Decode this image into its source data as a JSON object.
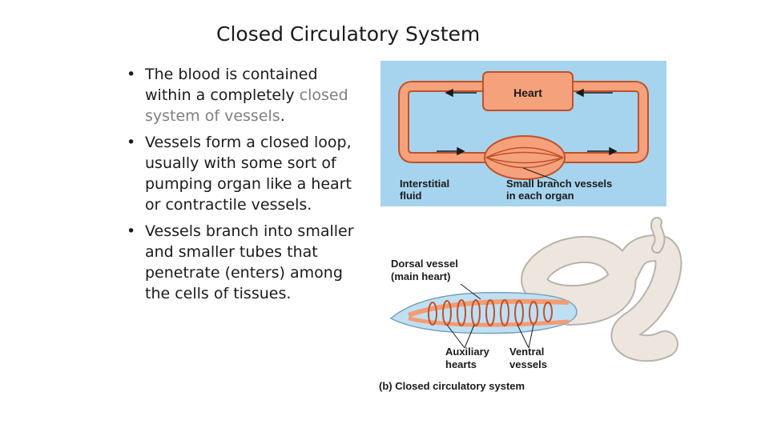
{
  "slide": {
    "title": "Closed Circulatory System",
    "bullets": [
      {
        "before": "The blood is contained within a completely ",
        "highlight": "closed system of vessels",
        "after": "."
      },
      {
        "before": "Vessels form a closed loop, usually with some sort of pumping organ like a heart or contractile vessels.",
        "highlight": "",
        "after": ""
      },
      {
        "before": "Vessels branch into smaller and smaller tubes that penetrate (enters) among the cells of tissues.",
        "highlight": "",
        "after": ""
      }
    ]
  },
  "diagram_top": {
    "heart_label": "Heart",
    "interstitial_label_1": "Interstitial",
    "interstitial_label_2": "fluid",
    "branch_label_1": "Small branch vessels",
    "branch_label_2": "in each organ",
    "background_color": "#a6d4ef",
    "vessel_color": "#f5a27c",
    "vessel_outline": "#c0502a"
  },
  "diagram_bottom": {
    "dorsal_label_1": "Dorsal vessel",
    "dorsal_label_2": "(main heart)",
    "auxiliary_label_1": "Auxiliary",
    "auxiliary_label_2": "hearts",
    "ventral_label_1": "Ventral",
    "ventral_label_2": "vessels",
    "caption": "(b) Closed circulatory system",
    "worm_color": "#ece6df",
    "vessel_color": "#f29c74"
  }
}
